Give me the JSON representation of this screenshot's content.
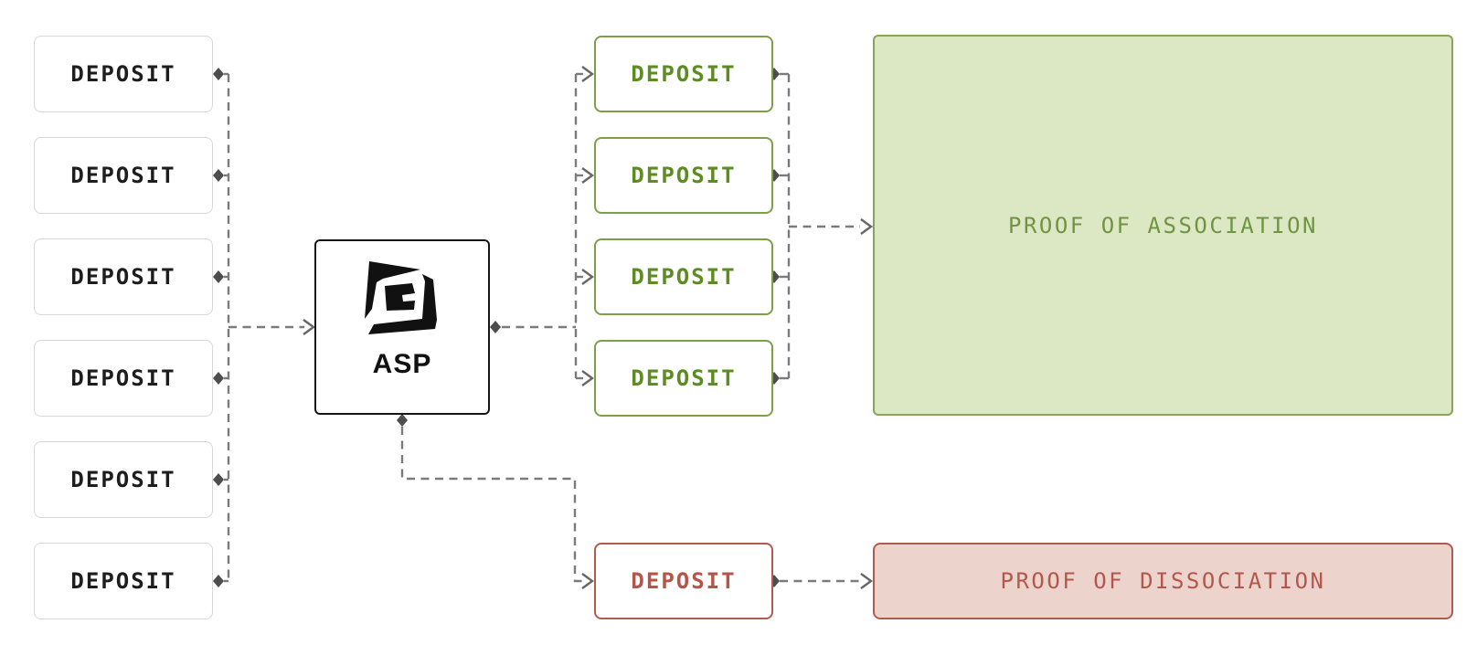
{
  "diagram": {
    "nodes": {
      "left_deposits": [
        "DEPOSIT",
        "DEPOSIT",
        "DEPOSIT",
        "DEPOSIT",
        "DEPOSIT",
        "DEPOSIT"
      ],
      "asp_label": "ASP",
      "included_deposits": [
        "DEPOSIT",
        "DEPOSIT",
        "DEPOSIT",
        "DEPOSIT"
      ],
      "excluded_deposit": "DEPOSIT",
      "proof_of_association": "PROOF OF ASSOCIATION",
      "proof_of_dissociation": "PROOF OF DISSOCIATION"
    },
    "icons": {
      "asp_logo": "asp-logo-icon"
    },
    "colors": {
      "association_text": "#5d8c22",
      "association_border": "#7ba045",
      "association_fill": "#dce8c4",
      "dissociation_text": "#b5544a",
      "dissociation_border": "#b25a4e",
      "dissociation_fill": "#ecd3cc",
      "neutral_border": "#d8d8d8",
      "connector_gray": "#7b7b7b",
      "asp_black": "#111111"
    }
  }
}
